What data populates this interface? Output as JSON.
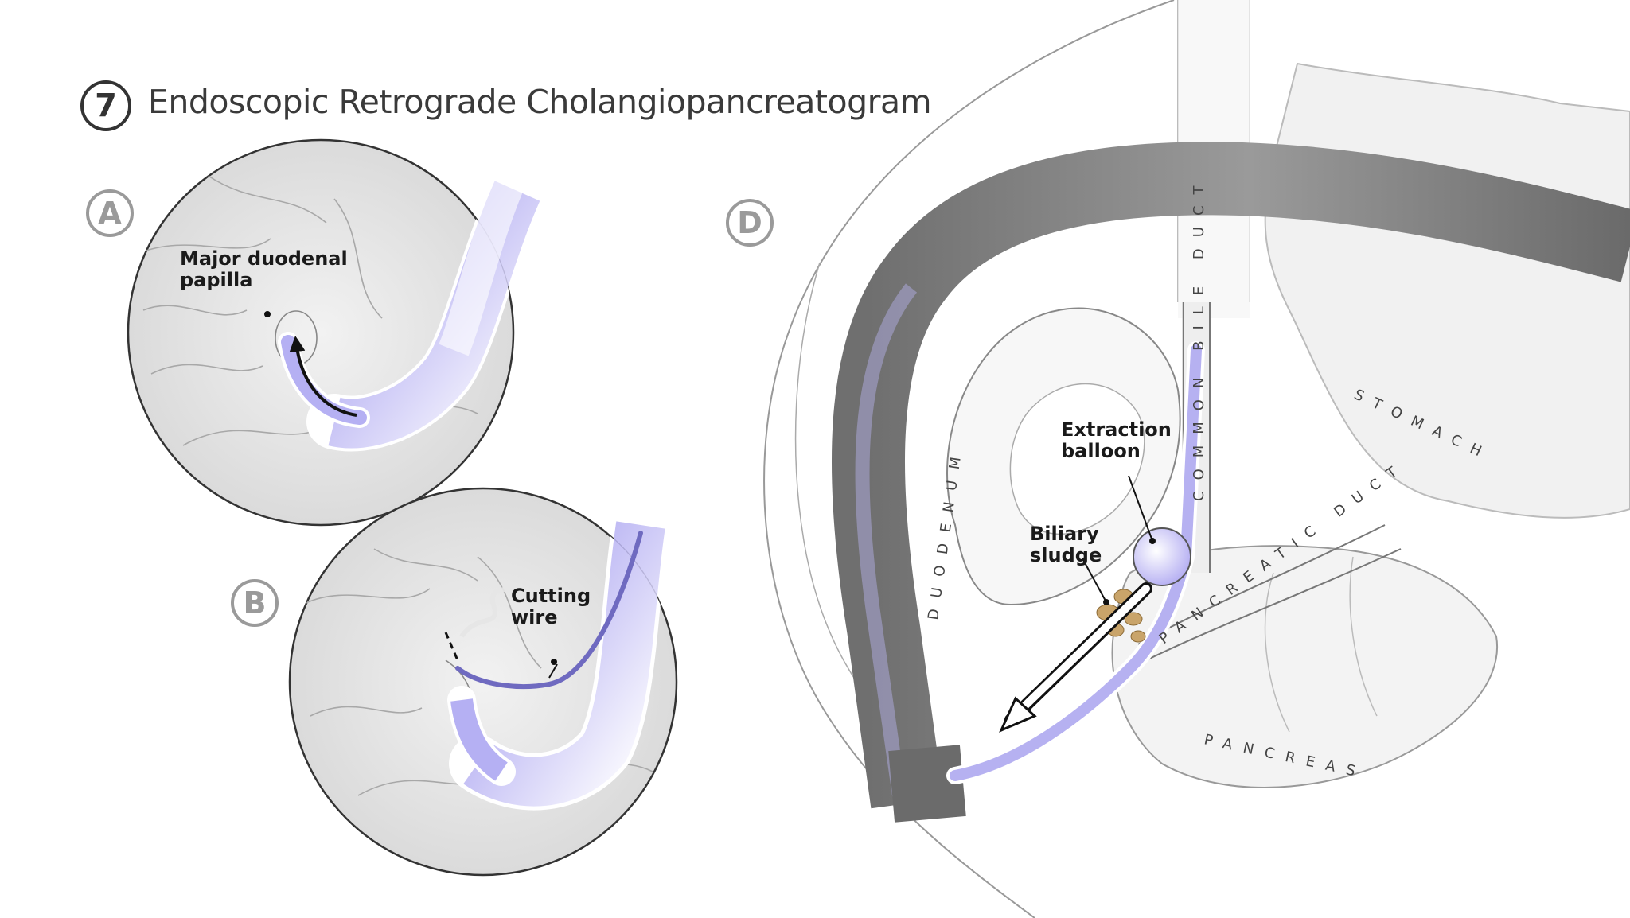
{
  "header": {
    "step_number": "7",
    "title": "Endoscopic Retrograde Cholangiopancreatogram"
  },
  "panels": {
    "a": {
      "letter": "A",
      "label_line1": "Major duodenal",
      "label_line2": "papilla"
    },
    "b": {
      "letter": "B",
      "label_line1": "Cutting",
      "label_line2": "wire"
    },
    "d": {
      "letter": "D",
      "balloon_line1": "Extraction",
      "balloon_line2": "balloon",
      "sludge_line1": "Biliary",
      "sludge_line2": "sludge",
      "organ_duodenum": "DUODENUM",
      "organ_common_bile_duct": "COMMON BILE DUCT",
      "organ_pancreatic_duct": "PANCREATIC DUCT",
      "organ_stomach": "STOMACH",
      "organ_pancreas": "PANCREAS"
    }
  },
  "colors": {
    "scope_lavender": "#a9a3ef",
    "scope_gray": "#7d7d7d",
    "tissue_gray": "#d9d9d9",
    "sludge_tan": "#c9a46a",
    "label_gray": "#9a9a9a"
  }
}
